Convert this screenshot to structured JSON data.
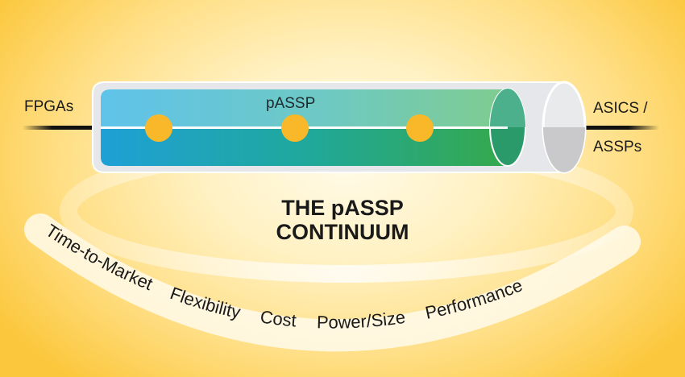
{
  "diagram": {
    "left_label": "FPGAs",
    "right_label_line1": "ASICS /",
    "right_label_line2": "ASSPs",
    "tube_label": "pASSP",
    "title_line1": "THE pASSP",
    "title_line2": "CONTINUUM",
    "attributes": [
      "Time-to-Market",
      "Flexibility",
      "Cost",
      "Power/Size",
      "Performance"
    ],
    "dot_count": 3,
    "colors": {
      "tube_start": "#2ea8dc",
      "tube_end": "#2f9e4e",
      "dot": "#f9b82a",
      "background_edge": "#fbc73c",
      "background_center": "#fffbe9"
    }
  }
}
